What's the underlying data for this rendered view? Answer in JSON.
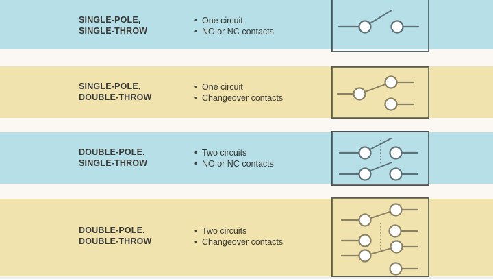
{
  "ui": {
    "bullet_marker": "•"
  },
  "colors": {
    "blue_band": "#b6dfe8",
    "yellow_band": "#f0e3ae",
    "gap": "#fbf7f3",
    "text": "#3a3a36",
    "box_border_on_blue": "#44545c",
    "box_border_on_yellow": "#5a5a48",
    "wire_on_blue": "#5c7076",
    "wire_on_yellow": "#8a8163"
  },
  "rows": [
    {
      "title_line1": "SINGLE-POLE,",
      "title_line2": "SINGLE-THROW",
      "bullets": [
        "One circuit",
        "NO or NC contacts"
      ],
      "diagram": "spst-switch-symbol"
    },
    {
      "title_line1": "SINGLE-POLE,",
      "title_line2": "DOUBLE-THROW",
      "bullets": [
        "One circuit",
        "Changeover contacts"
      ],
      "diagram": "spdt-switch-symbol"
    },
    {
      "title_line1": "DOUBLE-POLE,",
      "title_line2": "SINGLE-THROW",
      "bullets": [
        "Two circuits",
        "NO or NC contacts"
      ],
      "diagram": "dpst-switch-symbol"
    },
    {
      "title_line1": "DOUBLE-POLE,",
      "title_line2": "DOUBLE-THROW",
      "bullets": [
        "Two circuits",
        "Changeover contacts"
      ],
      "diagram": "dpdt-switch-symbol"
    }
  ]
}
